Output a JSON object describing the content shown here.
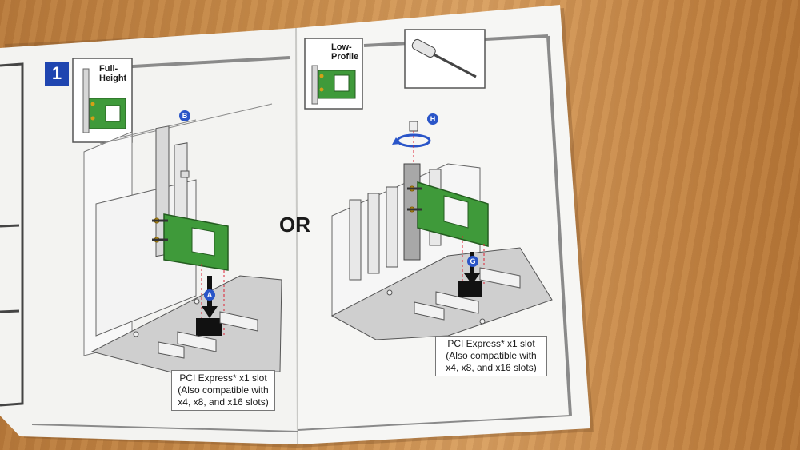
{
  "step": {
    "number": "1"
  },
  "full_height": {
    "label": "Full-\nHeight"
  },
  "low_profile": {
    "label": "Low-\nProfile"
  },
  "divider": {
    "text": "OR"
  },
  "markers": {
    "a": "A",
    "b": "B",
    "g": "G",
    "h": "H"
  },
  "slot_caption_left": {
    "text": "PCI Express* x1 slot\n(Also compatible with\nx4, x8, and x16 slots)"
  },
  "slot_caption_right": {
    "text": "PCI Express* x1 slot\n(Also compatible with\nx4, x8, and x16 slots)"
  },
  "colors": {
    "accent_blue": "#1f45b0",
    "card_green": "#3f9a3a",
    "wood": "#c98d4c",
    "paper": "#f4f4f2"
  }
}
